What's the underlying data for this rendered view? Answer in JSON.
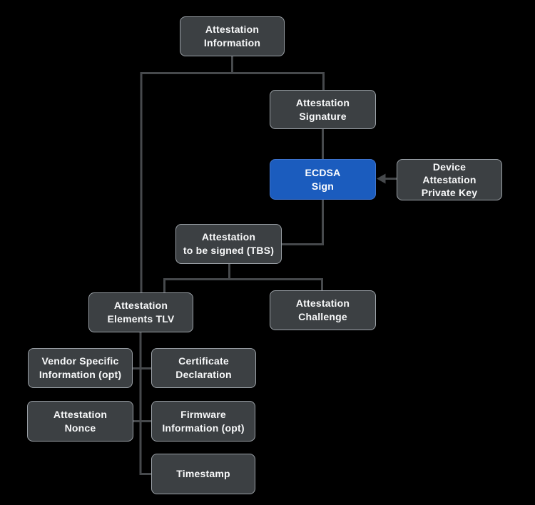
{
  "diagram": {
    "title": "Attestation Information structure diagram",
    "colors": {
      "background": "#000000",
      "node_fill": "#3c4043",
      "node_border": "#9aa0a6",
      "primary_node_fill": "#1b5cbe",
      "primary_node_border": "#3f74cd",
      "text": "#f8f9fa",
      "connector_line": "#46494c"
    },
    "nodes": {
      "attestation_information": {
        "label": "Attestation\nInformation"
      },
      "attestation_signature": {
        "label": "Attestation\nSignature"
      },
      "ecdsa_sign": {
        "label": "ECDSA\nSign",
        "highlighted": true
      },
      "device_attestation_private_key": {
        "label": "Device\nAttestation\nPrivate Key"
      },
      "attestation_to_be_signed": {
        "label": "Attestation\nto be signed (TBS)"
      },
      "attestation_elements_tlv": {
        "label": "Attestation\nElements TLV"
      },
      "attestation_challenge": {
        "label": "Attestation\nChallenge"
      },
      "vendor_specific_information": {
        "label": "Vendor Specific\nInformation (opt)"
      },
      "certificate_declaration": {
        "label": "Certificate\nDeclaration"
      },
      "attestation_nonce": {
        "label": "Attestation\nNonce"
      },
      "firmware_information": {
        "label": "Firmware\nInformation (opt)"
      },
      "timestamp": {
        "label": "Timestamp"
      }
    },
    "edges": [
      "attestation_information -> attestation_signature",
      "attestation_information -> attestation_elements_tlv",
      "attestation_signature -> ecdsa_sign",
      "device_attestation_private_key -> ecdsa_sign (arrow)",
      "ecdsa_sign -> attestation_to_be_signed",
      "attestation_to_be_signed -> attestation_elements_tlv",
      "attestation_to_be_signed -> attestation_challenge",
      "attestation_elements_tlv -> vendor_specific_information",
      "attestation_elements_tlv -> certificate_declaration",
      "attestation_elements_tlv -> attestation_nonce",
      "attestation_elements_tlv -> firmware_information",
      "attestation_elements_tlv -> timestamp"
    ]
  }
}
